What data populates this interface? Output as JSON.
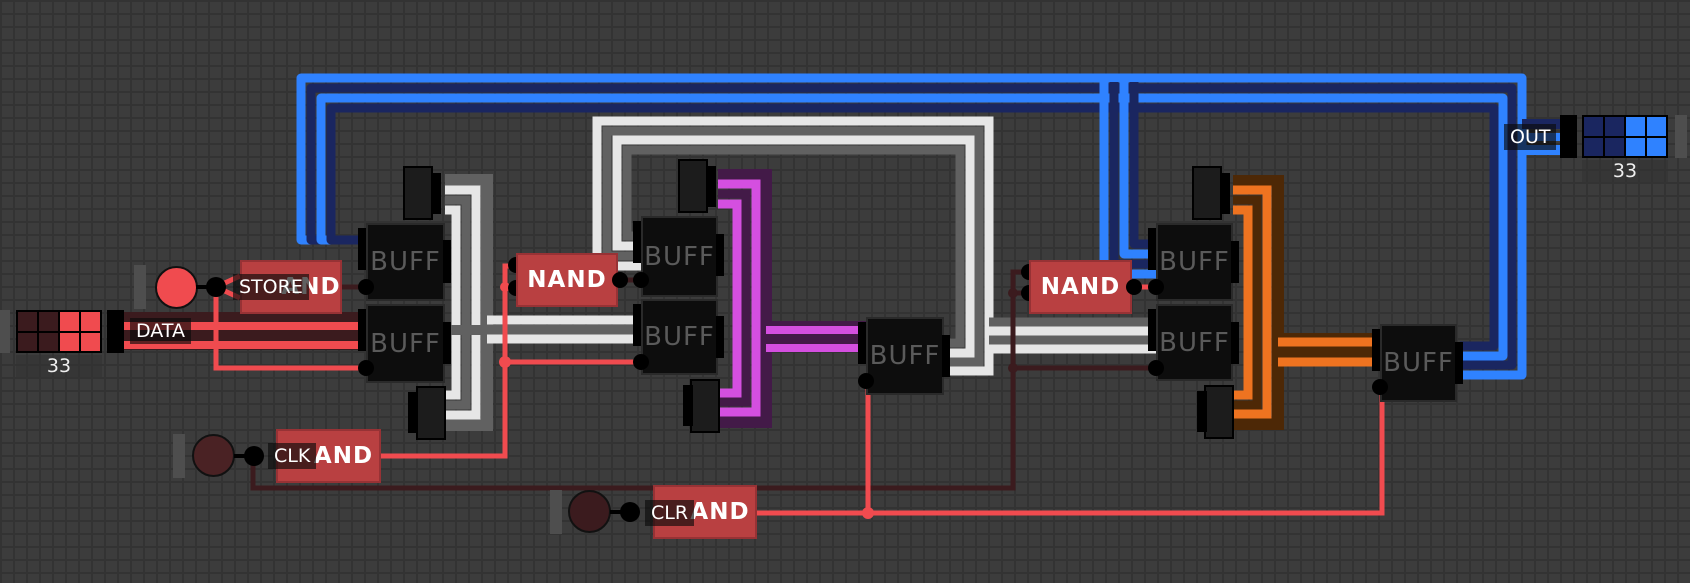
{
  "app": "Logic circuit editor",
  "colors": {
    "background": "#3c3c3c",
    "grid": "#333333",
    "red_on": "#f04b4f",
    "red_off": "#3b1b1e",
    "gate": "#b94041",
    "blue_on": "#2f82ff",
    "blue_off": "#1a2660",
    "white_on": "#e6e6e6",
    "gray_off": "#616161",
    "magenta_on": "#d44fe0",
    "magenta_off": "#431a48",
    "orange_on": "#ee7320",
    "orange_off": "#4d2806"
  },
  "inputs": {
    "store": {
      "label": "STORE",
      "state": "on"
    },
    "clk": {
      "label": "CLK",
      "state": "off"
    },
    "clr": {
      "label": "CLR",
      "state": "off"
    },
    "data": {
      "label": "DATA",
      "value": "33",
      "bits": [
        0,
        0,
        1,
        1,
        0,
        0,
        1,
        1
      ]
    }
  },
  "outputs": {
    "out": {
      "label": "OUT",
      "value": "33",
      "bits": [
        0,
        0,
        1,
        1,
        0,
        0,
        1,
        1
      ]
    }
  },
  "gates": {
    "and_store": "AND",
    "and_clk": "AND",
    "and_clr": "AND",
    "nand1": "NAND",
    "nand2": "NAND"
  },
  "buffers": {
    "label": "BUFF",
    "count": 8
  }
}
